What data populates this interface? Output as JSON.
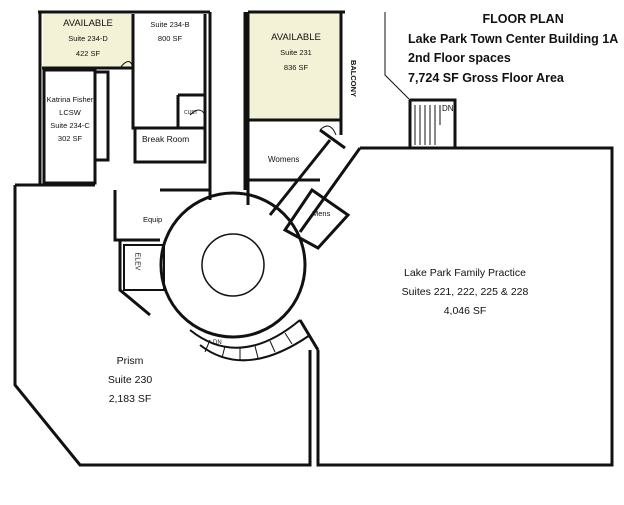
{
  "title": {
    "heading": "FLOOR PLAN",
    "building": "Lake Park Town Center Building 1A",
    "floor": "2nd Floor spaces",
    "gross_area": "7,724 SF Gross Floor Area"
  },
  "colors": {
    "available_fill": "#f4f2d6",
    "wall": "#111111"
  },
  "rooms": {
    "suite_234d": {
      "status": "AVAILABLE",
      "name": "Suite 234-D",
      "area": "422 SF"
    },
    "suite_234b": {
      "name": "Suite 234-B",
      "area": "800 SF"
    },
    "suite_234c": {
      "tenant": "Katrina Fisher",
      "credential": "LCSW",
      "name": "Suite 234-C",
      "area": "302 SF"
    },
    "suite_231": {
      "status": "AVAILABLE",
      "name": "Suite 231",
      "area": "836 SF"
    },
    "break_room": "Break Room",
    "cust": "CUST",
    "womens": "Womens",
    "mens": "Mens",
    "equip": "Equip",
    "elev": "ELEV",
    "balcony": "BALCONY",
    "stair_dn_1": "DN",
    "stair_dn_2": "DN",
    "family_practice": {
      "name": "Lake Park Family Practice",
      "suites": "Suites 221, 222, 225 & 228",
      "area": "4,046 SF"
    },
    "prism": {
      "name": "Prism",
      "suite": "Suite 230",
      "area": "2,183 SF"
    }
  }
}
